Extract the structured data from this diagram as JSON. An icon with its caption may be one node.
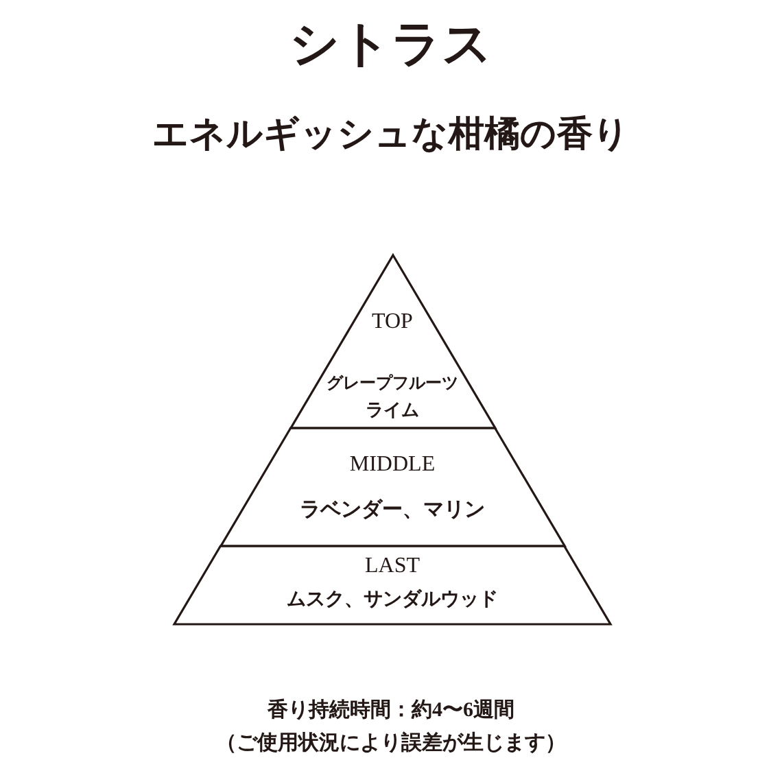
{
  "diagram": {
    "title": "シトラス",
    "nodes": [
      {
        "text": [
          "TOP",
          "グレープフルーツ",
          "ライム"
        ]
      },
      {
        "text": [
          "MIDDLE",
          "ラベンダー、マリン"
        ]
      },
      {
        "text": [
          "LAST",
          "ムスク、サンダルウッド"
        ]
      }
    ],
    "labels": [
      "エネルギッシュな柑橘の香り",
      "香り持続時間：約4〜6週間",
      "（ご使用状況により誤差が生じます）"
    ]
  }
}
